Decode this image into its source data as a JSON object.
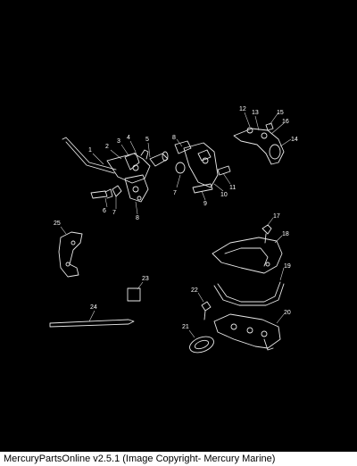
{
  "diagram": {
    "callouts": [
      "1",
      "2",
      "3",
      "4",
      "5",
      "6",
      "7",
      "8",
      "8",
      "7",
      "9",
      "10",
      "11",
      "12",
      "13",
      "15",
      "16",
      "14",
      "25",
      "17",
      "18",
      "19",
      "23",
      "22",
      "24",
      "21",
      "20"
    ]
  },
  "footer": {
    "text": "MercuryPartsOnline v2.5.1 (Image Copyright- Mercury Marine)"
  }
}
